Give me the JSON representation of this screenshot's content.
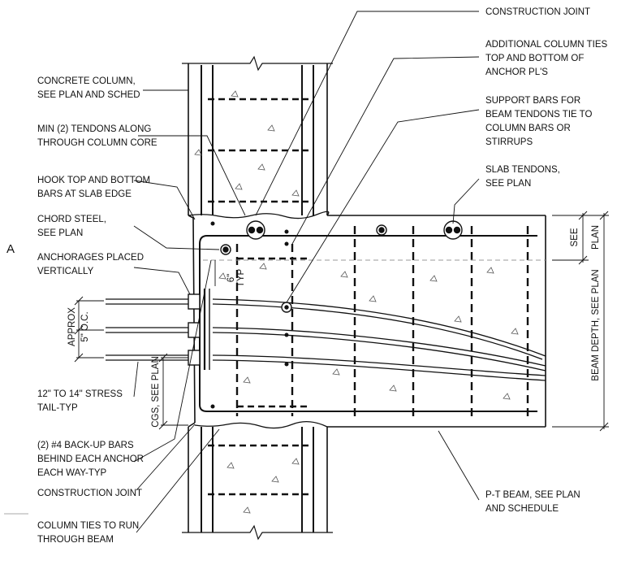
{
  "section_mark": "A",
  "left_notes": [
    [
      "CONCRETE COLUMN,",
      "SEE PLAN AND SCHED"
    ],
    [
      "MIN (2) TENDONS ALONG",
      "THROUGH COLUMN CORE"
    ],
    [
      "HOOK TOP AND BOTTOM",
      "BARS AT SLAB EDGE"
    ],
    [
      "CHORD STEEL,",
      "SEE PLAN"
    ],
    [
      "ANCHORAGES PLACED",
      "VERTICALLY"
    ],
    [
      "12\" TO 14\" STRESS",
      "TAIL-TYP"
    ],
    [
      "(2) #4 BACK-UP BARS",
      "BEHIND EACH ANCHOR",
      "EACH WAY-TYP"
    ],
    [
      "CONSTRUCTION JOINT"
    ],
    [
      "COLUMN TIES TO RUN",
      "THROUGH BEAM"
    ]
  ],
  "right_notes": [
    [
      "CONSTRUCTION JOINT"
    ],
    [
      "ADDITIONAL COLUMN TIES",
      "TOP AND BOTTOM OF",
      "ANCHOR PL'S"
    ],
    [
      "SUPPORT BARS FOR",
      "BEAM TENDONS TIE TO",
      "COLUMN BARS OR",
      "STIRRUPS"
    ],
    [
      "SLAB TENDONS,",
      "SEE PLAN"
    ],
    [
      "P-T BEAM, SEE PLAN",
      "AND SCHEDULE"
    ]
  ],
  "dimensions": {
    "approx": "APPROX",
    "spacing": "5\" O.C.",
    "six": "6\"",
    "typ": "TYP",
    "cgs": "CGS, SEE PLAN",
    "see_plan_1": "SEE",
    "see_plan_2": "PLAN",
    "beam_depth": "BEAM DEPTH, SEE PLAN"
  }
}
